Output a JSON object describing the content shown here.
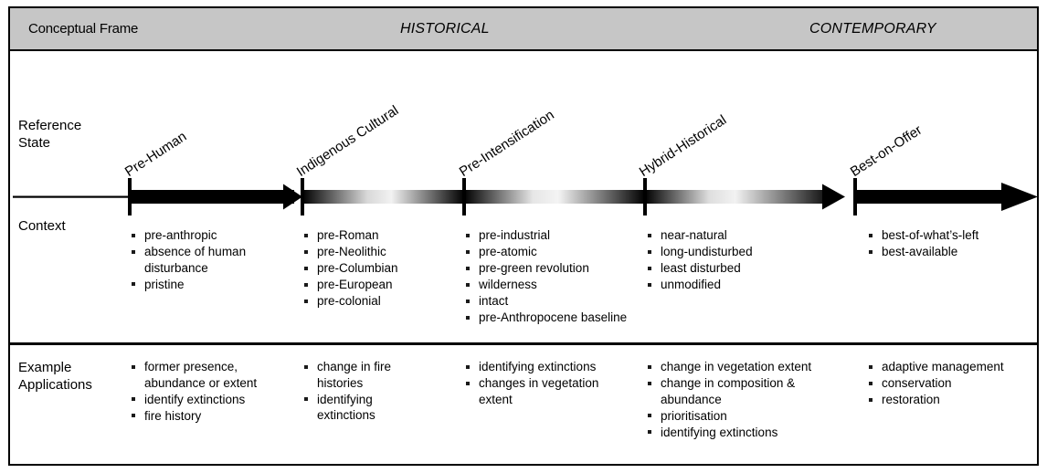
{
  "header": {
    "frame_label": "Conceptual Frame",
    "phases": [
      {
        "label": "HISTORICAL"
      },
      {
        "label": "CONTEMPORARY"
      }
    ],
    "background_color": "#c6c6c6"
  },
  "rows": {
    "reference_state_label": "Reference\nState",
    "context_label": "Context",
    "example_applications_label": "Example\nApplications"
  },
  "states": [
    {
      "name": "Pre-Human",
      "context": [
        "pre-anthropic",
        "absence of human",
        "disturbance",
        "pristine"
      ],
      "context_items": [
        "pre-anthropic",
        "absence of human disturbance",
        "pristine"
      ],
      "applications": [
        "former presence, abundance or extent",
        "identify extinctions",
        "fire history"
      ]
    },
    {
      "name": "Indigenous Cultural",
      "context_items": [
        "pre-Roman",
        "pre-Neolithic",
        "pre-Columbian",
        "pre-European",
        "pre-colonial"
      ],
      "applications": [
        "change in fire histories",
        "identifying extinctions"
      ]
    },
    {
      "name": "Pre-Intensification",
      "context_items": [
        "pre-industrial",
        "pre-atomic",
        "pre-green revolution",
        "wilderness",
        "intact",
        "pre-Anthropocene baseline"
      ],
      "applications": [
        "identifying extinctions",
        "changes in vegetation extent"
      ]
    },
    {
      "name": "Hybrid-Historical",
      "context_items": [
        "near-natural",
        "long-undisturbed",
        "least disturbed",
        "unmodified"
      ],
      "applications": [
        "change in vegetation extent",
        "change in composition & abundance",
        "prioritisation",
        "identifying extinctions"
      ]
    },
    {
      "name": "Best-on-Offer",
      "context_items": [
        "best-of-what’s-left",
        "best-available"
      ],
      "applications": [
        "adaptive management",
        "conservation",
        "restoration"
      ]
    }
  ],
  "colors": {
    "border": "#000000",
    "header_fill": "#c6c6c6",
    "text": "#000000",
    "arrow": "#000000"
  }
}
